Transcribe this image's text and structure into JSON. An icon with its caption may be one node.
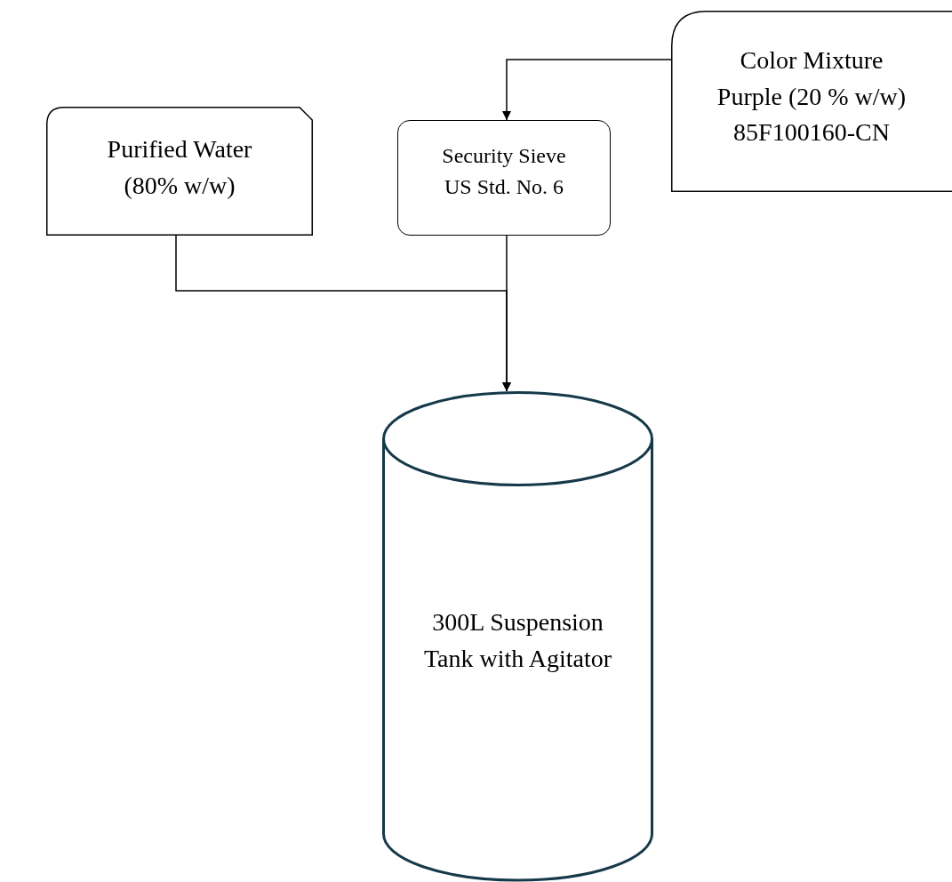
{
  "diagram": {
    "nodes": [
      {
        "text": [
          "Purified Water (80% w/w)"
        ]
      },
      {
        "text": [
          "Security Sieve US Std. No. 6"
        ]
      },
      {
        "text": [
          "Color Mixture Purple (20 % w/w) 85F100160-CN"
        ]
      },
      {
        "text": [
          "300L Suspension Tank with Agitator"
        ]
      }
    ],
    "edges": [
      {
        "from": 2,
        "to": 1,
        "arrow": "to"
      },
      {
        "from": 0,
        "to": 3,
        "arrow": "to"
      },
      {
        "from": 1,
        "to": 3,
        "arrow": "to"
      }
    ]
  }
}
